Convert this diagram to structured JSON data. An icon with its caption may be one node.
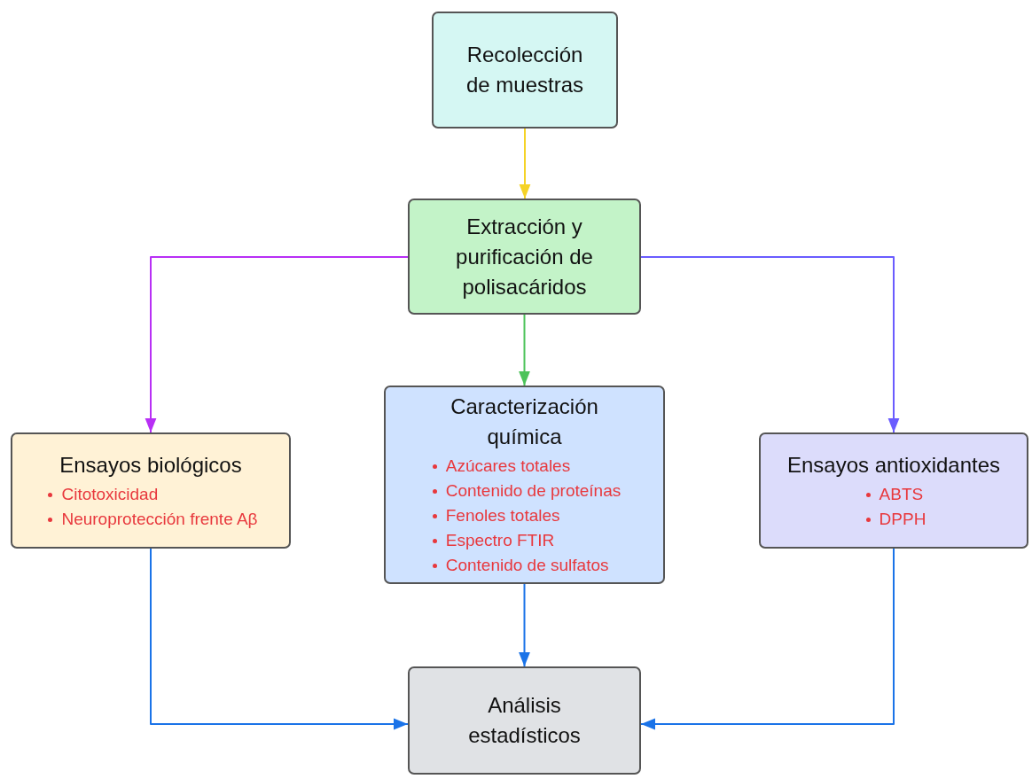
{
  "diagram": {
    "nodes": [
      {
        "text": [
          "Recolección de muestras"
        ]
      },
      {
        "text": [
          "Extracción y purificación de polisacáridos"
        ]
      },
      {
        "text": [
          "Ensayos biológicos",
          "Citotoxicidad",
          "Neuroprotección frente Aβ"
        ]
      },
      {
        "text": [
          "Caracterización química",
          "Azúcares totales",
          "Contenido de proteínas",
          "Fenoles totales",
          "Espectro FTIR",
          "Contenido de sulfatos"
        ]
      },
      {
        "text": [
          "Ensayos antioxidantes",
          "ABTS",
          "DPPH"
        ]
      },
      {
        "text": [
          "Análisis estadísticos"
        ]
      }
    ],
    "edges": [
      {
        "from": 0,
        "to": 1,
        "arrow": "to",
        "color": "#f5d327"
      },
      {
        "from": 1,
        "to": 2,
        "arrow": "to",
        "color": "#b82ff5"
      },
      {
        "from": 1,
        "to": 3,
        "arrow": "to",
        "color": "#4cc35a"
      },
      {
        "from": 1,
        "to": 4,
        "arrow": "to",
        "color": "#6a5cff"
      },
      {
        "from": 2,
        "to": 5,
        "arrow": "to"
      },
      {
        "from": 3,
        "to": 5,
        "arrow": "to"
      },
      {
        "from": 4,
        "to": 5,
        "arrow": "to"
      }
    ]
  }
}
